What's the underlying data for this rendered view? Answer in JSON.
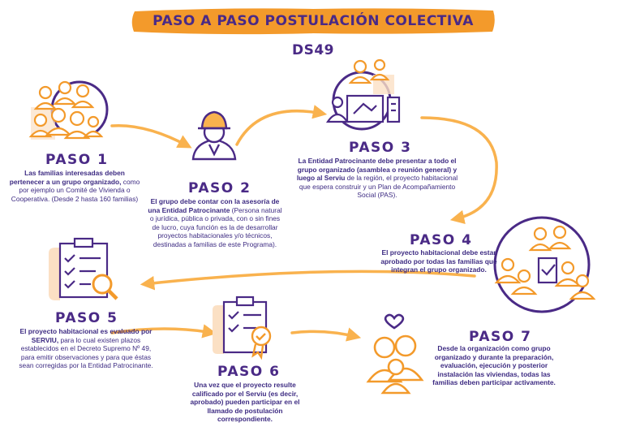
{
  "title": "PASO A PASO POSTULACIÓN COLECTIVA DS49",
  "colors": {
    "purple": "#4a2a86",
    "orange": "#f39a2b",
    "light_orange": "#fbd18c",
    "peach": "#fbe0c4"
  },
  "steps": [
    {
      "title": "PASO 1",
      "bold": "Las familias interesadas deben pertenecer a un grupo organizado,",
      "text": " como por ejemplo un Comité de Vivienda o Cooperativa. (Desde 2 hasta 160 familias)",
      "icon": "family-group-icon"
    },
    {
      "title": "PASO 2",
      "bold": "El grupo debe contar con la asesoría de una Entidad Patrocinante",
      "text": " (Persona natural o jurídica, pública o privada, con o sin fines de lucro, cuya función es la de desarrollar proyectos habitacionales y/o técnicos, destinadas a familias de este Programa).",
      "icon": "engineer-icon"
    },
    {
      "title": "PASO 3",
      "bold": "La Entidad Patrocinante debe presentar a todo el grupo organizado (asamblea o reunión general) y luego al Serviu",
      "text": " de la región, el proyecto habitacional que espera construir y un Plan de Acompañamiento Social (PAS).",
      "icon": "presentation-icon"
    },
    {
      "title": "PASO 4",
      "bold": "El proyecto habitacional debe estar aprobado por todas las familias que integran el grupo organizado.",
      "text": "",
      "icon": "approval-group-icon"
    },
    {
      "title": "PASO 5",
      "bold": "El proyecto habitacional es evaluado por SERVIU,",
      "text": " para lo cual existen plazos establecidos en el Decreto Supremo Nº 49, para emitir observaciones y para que éstas sean corregidas por la Entidad Patrocinante.",
      "icon": "checklist-magnifier-icon"
    },
    {
      "title": "PASO 6",
      "bold": "Una vez que el proyecto resulte calificado por el Serviu (es decir, aprobado) pueden participar en el llamado de postulación correspondiente.",
      "text": "",
      "icon": "checklist-badge-icon"
    },
    {
      "title": "PASO 7",
      "bold": "Desde la organización como grupo organizado y durante la preparación, evaluación, ejecución y posterior instalación las viviendas, todas las familias deben participar activamente.",
      "text": "",
      "icon": "family-heart-icon"
    }
  ]
}
